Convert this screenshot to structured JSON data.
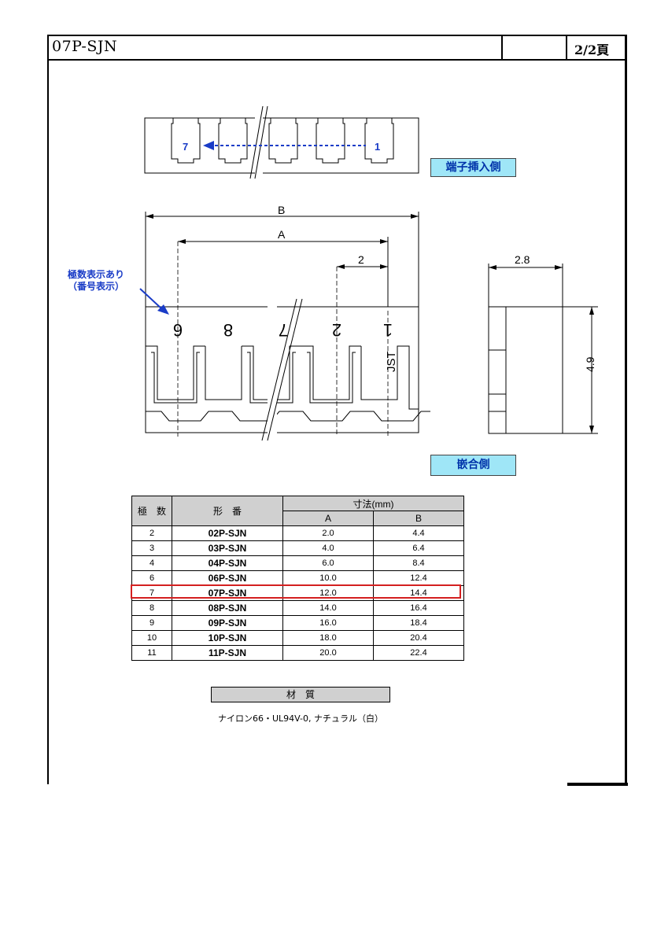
{
  "header": {
    "title": "07P-SJN",
    "page": "2/2頁"
  },
  "top_view": {
    "pin_first": "7",
    "pin_last": "1",
    "label": "端子挿入側"
  },
  "front_view": {
    "dim_b": "B",
    "dim_a": "A",
    "dim_pitch": "2",
    "markings": [
      "6",
      "8",
      "7",
      "2",
      "1"
    ],
    "brand": "JST",
    "note_line1": "極数表示あり",
    "note_line2": "（番号表示）",
    "label": "嵌合側"
  },
  "side_view": {
    "dim_width": "2.8",
    "dim_height": "4.9"
  },
  "table": {
    "col_poles": "極　数",
    "col_model": "形　番",
    "col_dim": "寸法(mm)",
    "col_a": "A",
    "col_b": "B",
    "rows": [
      {
        "poles": "2",
        "model": "02P-SJN",
        "a": "2.0",
        "b": "4.4"
      },
      {
        "poles": "3",
        "model": "03P-SJN",
        "a": "4.0",
        "b": "6.4"
      },
      {
        "poles": "4",
        "model": "04P-SJN",
        "a": "6.0",
        "b": "8.4"
      },
      {
        "poles": "6",
        "model": "06P-SJN",
        "a": "10.0",
        "b": "12.4"
      },
      {
        "poles": "7",
        "model": "07P-SJN",
        "a": "12.0",
        "b": "14.4"
      },
      {
        "poles": "8",
        "model": "08P-SJN",
        "a": "14.0",
        "b": "16.4"
      },
      {
        "poles": "9",
        "model": "09P-SJN",
        "a": "16.0",
        "b": "18.4"
      },
      {
        "poles": "10",
        "model": "10P-SJN",
        "a": "18.0",
        "b": "20.4"
      },
      {
        "poles": "11",
        "model": "11P-SJN",
        "a": "20.0",
        "b": "22.4"
      }
    ]
  },
  "material": {
    "heading": "材　質",
    "value": "ナイロン66・UL94V-0, ナチュラル（白）"
  },
  "colors": {
    "accent_blue": "#1a3cc7",
    "label_bg": "#9fe6f7",
    "highlight_red": "#d42020"
  }
}
